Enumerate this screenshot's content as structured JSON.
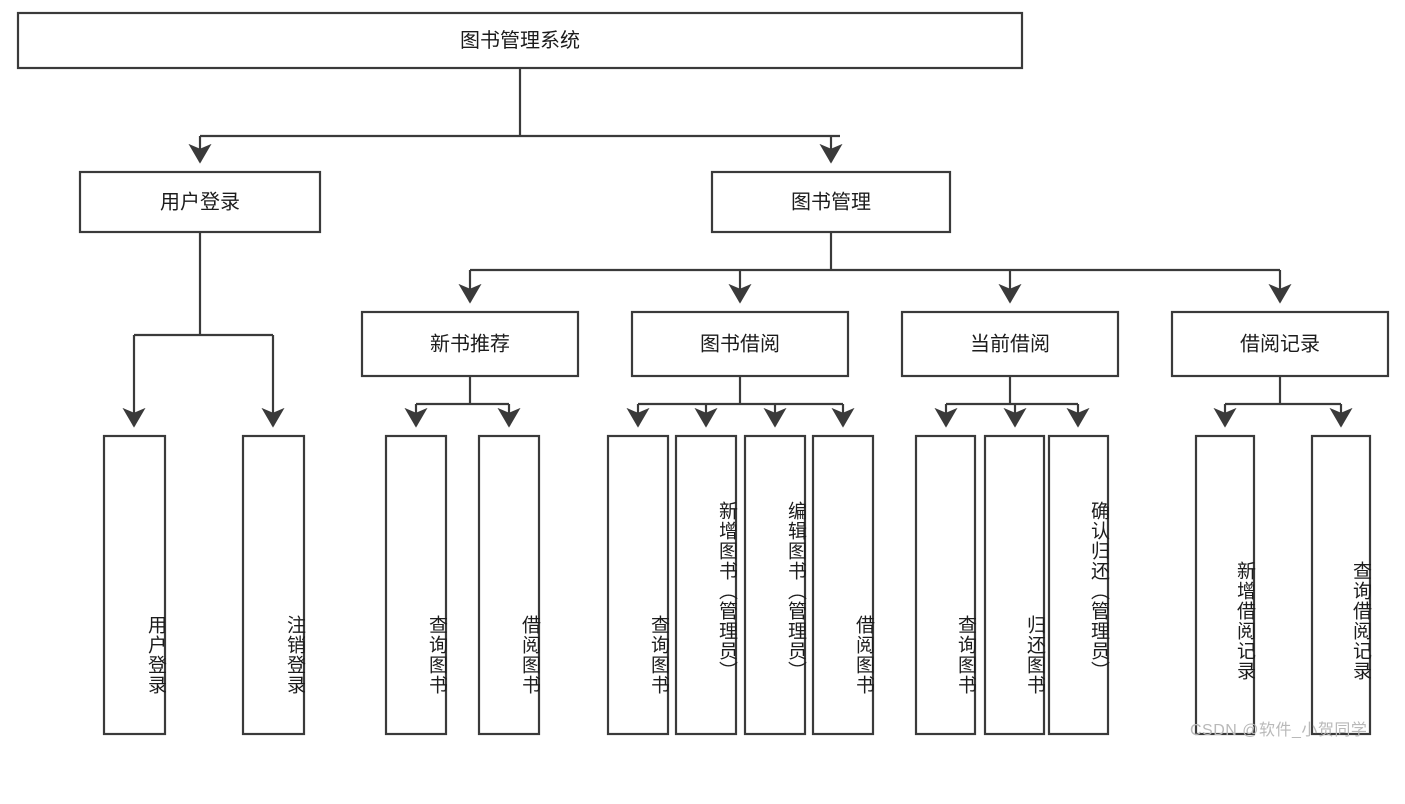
{
  "diagram": {
    "title": "图书管理系统",
    "type": "tree-hierarchy-diagram",
    "root": {
      "label": "图书管理系统",
      "children": [
        {
          "label": "用户登录",
          "children": [
            {
              "label": "用户登录"
            },
            {
              "label": "注销登录"
            }
          ]
        },
        {
          "label": "图书管理",
          "children": [
            {
              "label": "新书推荐",
              "children": [
                {
                  "label": "查询图书"
                },
                {
                  "label": "借阅图书"
                }
              ]
            },
            {
              "label": "图书借阅",
              "children": [
                {
                  "label": "查询图书"
                },
                {
                  "label": "新增图书（管理员）"
                },
                {
                  "label": "编辑图书（管理员）"
                },
                {
                  "label": "借阅图书"
                }
              ]
            },
            {
              "label": "当前借阅",
              "children": [
                {
                  "label": "查询图书"
                },
                {
                  "label": "归还图书"
                },
                {
                  "label": "确认归还（管理员）"
                }
              ]
            },
            {
              "label": "借阅记录",
              "children": [
                {
                  "label": "新增借阅记录"
                },
                {
                  "label": "查询借阅记录"
                }
              ]
            }
          ]
        }
      ]
    }
  },
  "nodes": {
    "root": "图书管理系统",
    "l1_user_login": "用户登录",
    "l1_book_mgmt": "图书管理",
    "l2_new_book_rec": "新书推荐",
    "l2_book_borrow": "图书借阅",
    "l2_current_borrow": "当前借阅",
    "l2_borrow_record": "借阅记录",
    "leaf_user_login": "用户登录",
    "leaf_logout": "注销登录",
    "leaf_nbr_query": "查询图书",
    "leaf_nbr_borrow": "借阅图书",
    "leaf_bb_query": "查询图书",
    "leaf_bb_add": "新增图书（管理员）",
    "leaf_bb_edit": "编辑图书（管理员）",
    "leaf_bb_borrow": "借阅图书",
    "leaf_cb_query": "查询图书",
    "leaf_cb_return": "归还图书",
    "leaf_cb_confirm": "确认归还（管理员）",
    "leaf_br_add": "新增借阅记录",
    "leaf_br_query": "查询借阅记录"
  },
  "watermark": {
    "text": "CSDN @软件_小贺同学"
  },
  "colors": {
    "background": "#ffffff",
    "box_fill": "#ffffff",
    "box_stroke": "#3a3a3a",
    "text": "#1c1c1c",
    "watermark": "#b9b9b9"
  }
}
